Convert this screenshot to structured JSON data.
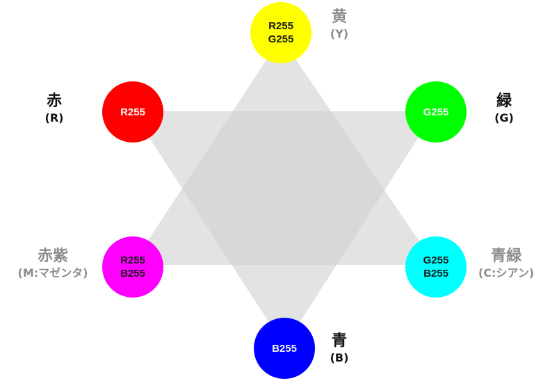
{
  "colors": {
    "red": "#ff0000",
    "yellow": "#ffff00",
    "green": "#00ff00",
    "cyan": "#00ffff",
    "blue": "#0000ff",
    "magenta": "#ff00ff",
    "triangle_fill": "#d0d0d0",
    "primary_text": "#111111",
    "secondary_text": "#8c8c8c"
  },
  "nodes": {
    "yellow": {
      "lines": [
        "R255",
        "G255"
      ]
    },
    "red": {
      "lines": [
        "R255"
      ]
    },
    "green": {
      "lines": [
        "G255"
      ]
    },
    "magenta": {
      "lines": [
        "R255",
        "B255"
      ]
    },
    "cyan": {
      "lines": [
        "G255",
        "B255"
      ]
    },
    "blue": {
      "lines": [
        "B255"
      ]
    }
  },
  "labels": {
    "yellow": {
      "main": "黄",
      "sub": "(Y)"
    },
    "red": {
      "main": "赤",
      "sub": "(R)"
    },
    "green": {
      "main": "緑",
      "sub": "(G)"
    },
    "magenta": {
      "main": "赤紫",
      "sub": "(M:マゼンタ)"
    },
    "cyan": {
      "main": "青緑",
      "sub": "(C:シアン)"
    },
    "blue": {
      "main": "青",
      "sub": "(B)"
    }
  }
}
